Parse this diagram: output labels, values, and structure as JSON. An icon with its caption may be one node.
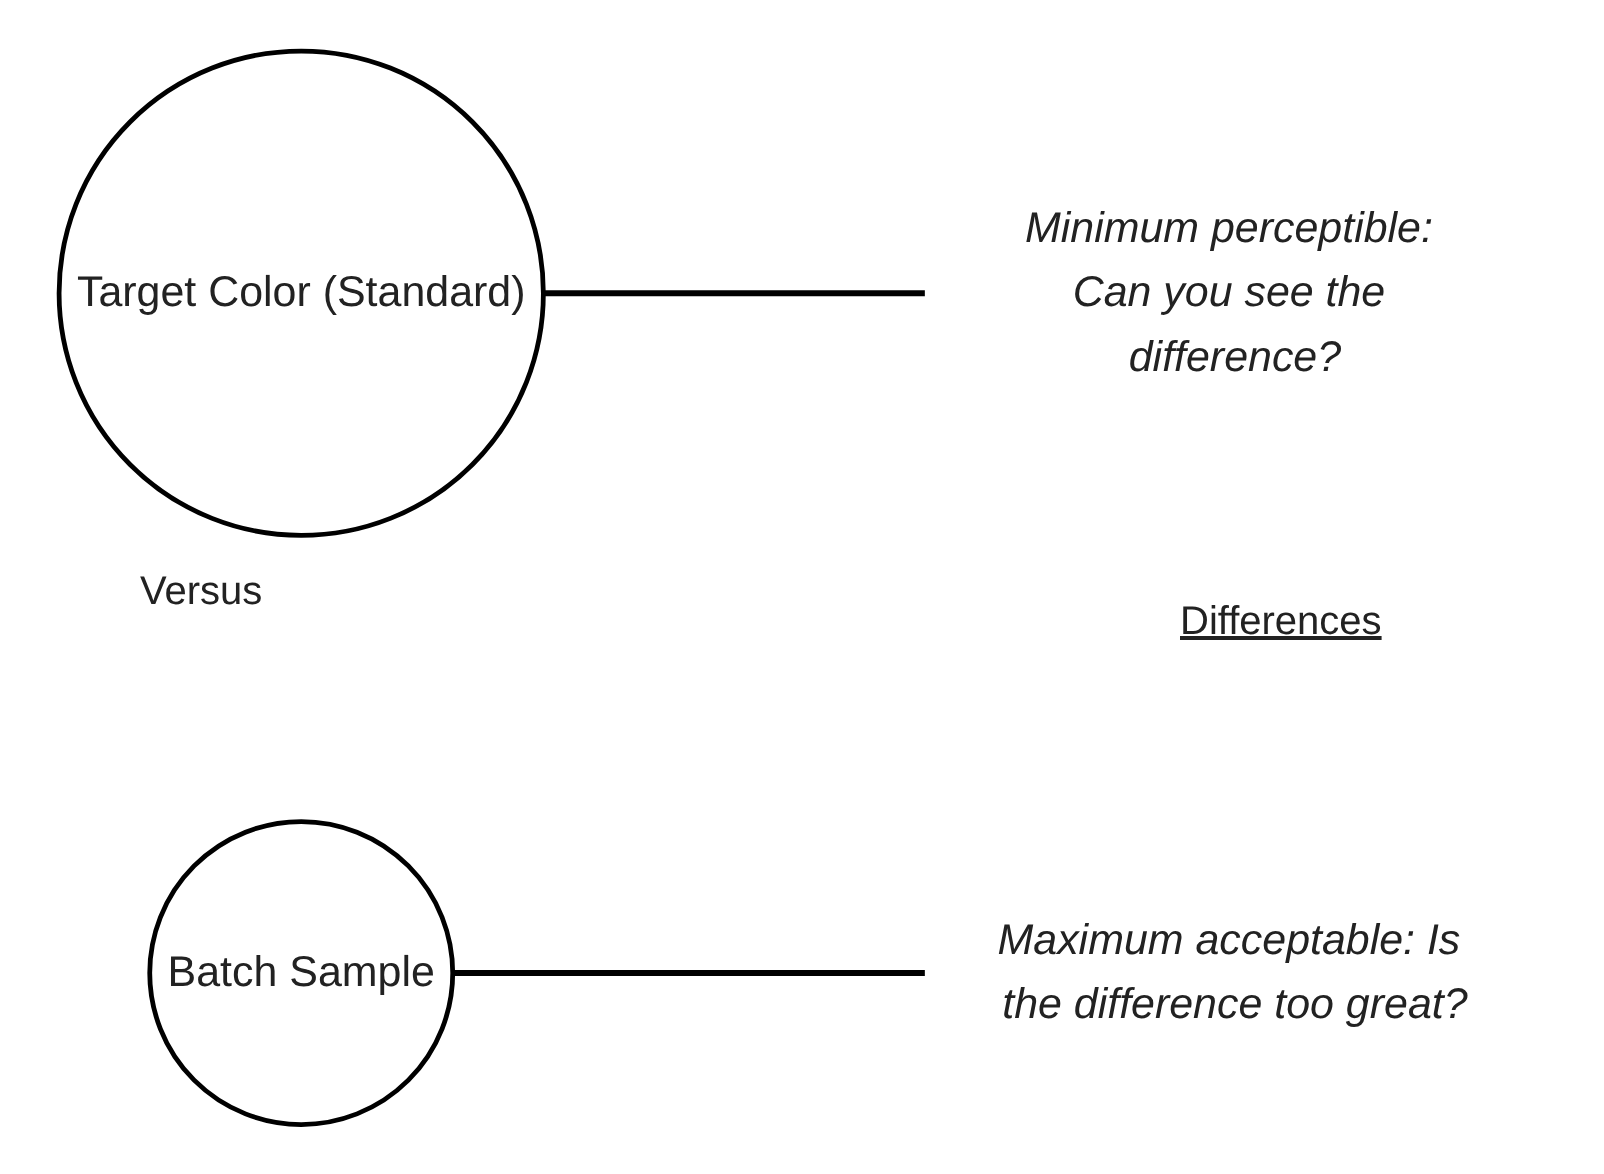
{
  "diagram": {
    "nodes": [
      {
        "text": [
          "Target Color (Standard)"
        ]
      },
      {
        "text": [
          "Minimum perceptible: Can you see the difference?"
        ]
      },
      {
        "text": [
          "Batch Sample"
        ]
      },
      {
        "text": [
          "Maximum acceptable: Is the difference too great?"
        ]
      }
    ],
    "edges": [
      {
        "from": 0,
        "to": 1,
        "arrow": "none"
      },
      {
        "from": 2,
        "to": 3,
        "arrow": "none"
      }
    ],
    "labels": [
      "Versus",
      "Differences"
    ]
  }
}
